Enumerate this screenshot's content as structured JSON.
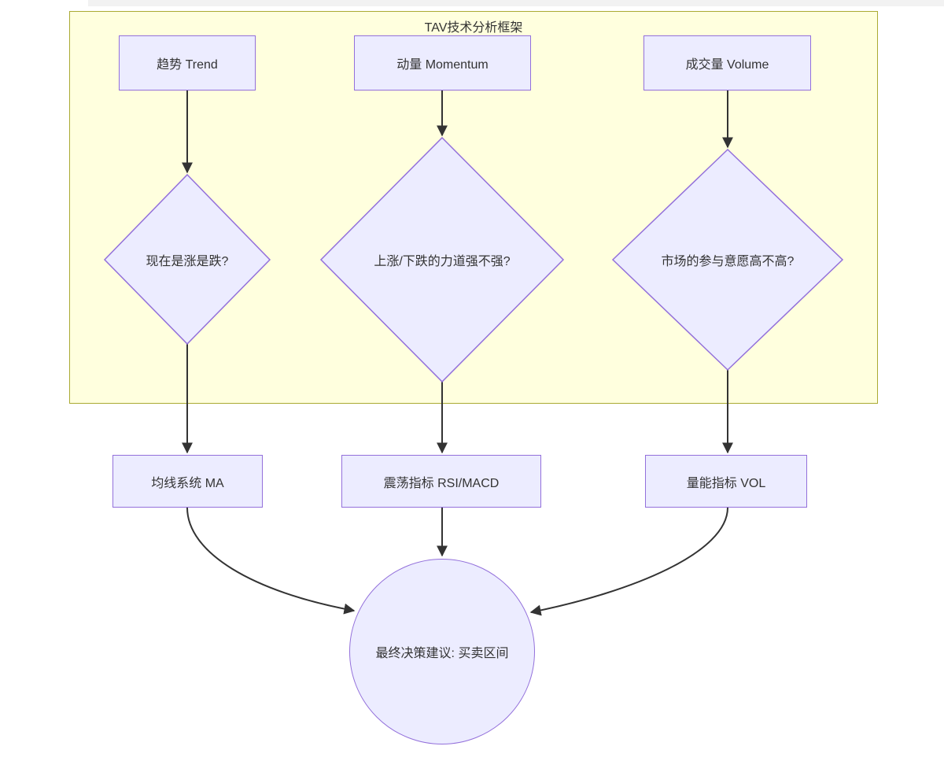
{
  "diagram": {
    "title": "TAV技术分析框架",
    "nodes": {
      "trend": "趋势 Trend",
      "momentum": "动量 Momentum",
      "volume": "成交量 Volume",
      "q_trend": "现在是涨是跌?",
      "q_momentum": "上涨/下跌的力道强不强?",
      "q_volume": "市场的参与意愿高不高?",
      "ma": "均线系统 MA",
      "oscillator": "震荡指标 RSI/MACD",
      "vol": "量能指标 VOL",
      "decision": "最终决策建议: 买卖区间"
    },
    "edges": [
      {
        "from": "trend",
        "to": "q_trend"
      },
      {
        "from": "momentum",
        "to": "q_momentum"
      },
      {
        "from": "volume",
        "to": "q_volume"
      },
      {
        "from": "q_trend",
        "to": "ma"
      },
      {
        "from": "q_momentum",
        "to": "oscillator"
      },
      {
        "from": "q_volume",
        "to": "vol"
      },
      {
        "from": "ma",
        "to": "decision"
      },
      {
        "from": "oscillator",
        "to": "decision"
      },
      {
        "from": "vol",
        "to": "decision"
      }
    ],
    "colors": {
      "node_fill": "#ECECFF",
      "node_border": "#9370DB",
      "cluster_fill": "#FFFFDE",
      "cluster_border": "#AAAA33",
      "edge": "#333333",
      "text": "#333333"
    }
  }
}
